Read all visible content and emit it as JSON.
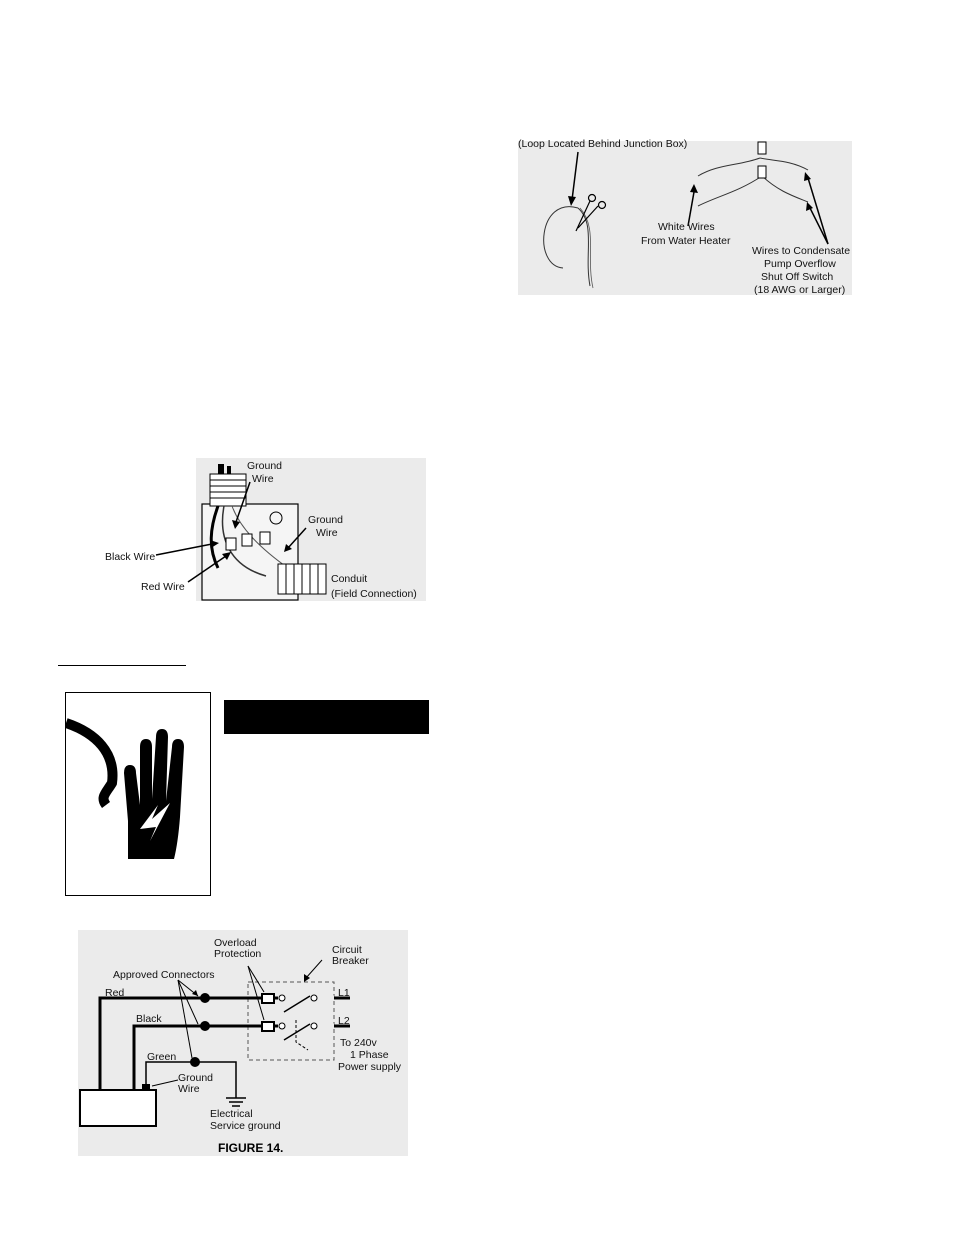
{
  "loop_figure": {
    "loop_note": "(Loop Located Behind Junction Box)",
    "white_wires_line1": "White Wires",
    "white_wires_line2": "From Water Heater",
    "condensate_line1": "Wires to Condensate",
    "condensate_line2": "Pump Overflow",
    "condensate_line3": "Shut Off Switch",
    "condensate_line4": "(18 AWG or Larger)",
    "scissors_icon": "scissors-icon"
  },
  "junction_figure": {
    "ground_wire_top_1": "Ground",
    "ground_wire_top_2": "Wire",
    "ground_wire_right_1": "Ground",
    "ground_wire_right_2": "Wire",
    "black_wire": "Black Wire",
    "red_wire": "Red Wire",
    "conduit_1": "Conduit",
    "conduit_2": "(Field Connection)"
  },
  "warning": {
    "icon": "electric-shock-hand-icon",
    "bar_color": "#000000"
  },
  "wiring_figure": {
    "overload_1": "Overload",
    "overload_2": "Protection",
    "breaker_1": "Circuit",
    "breaker_2": "Breaker",
    "approved": "Approved Connectors",
    "red": "Red",
    "black": "Black",
    "green": "Green",
    "l1": "L1",
    "l2": "L2",
    "supply_1": "To 240v",
    "supply_2": "1 Phase",
    "supply_3": "Power supply",
    "ground_wire_1": "Ground",
    "ground_wire_2": "Wire",
    "service_1": "Electrical",
    "service_2": "Service ground",
    "caption": "FIGURE 14."
  }
}
